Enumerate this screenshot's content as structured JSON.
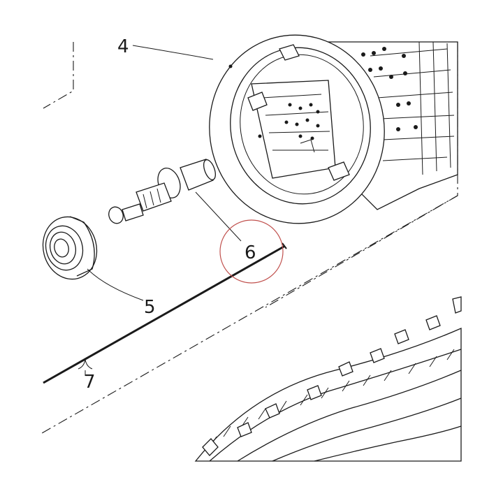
{
  "diagram": {
    "callouts": {
      "part4": "4",
      "part5": "5",
      "part6": "6",
      "part7": "7"
    },
    "highlight_color": "#c0504d",
    "line_color": "#1a1a1a"
  }
}
